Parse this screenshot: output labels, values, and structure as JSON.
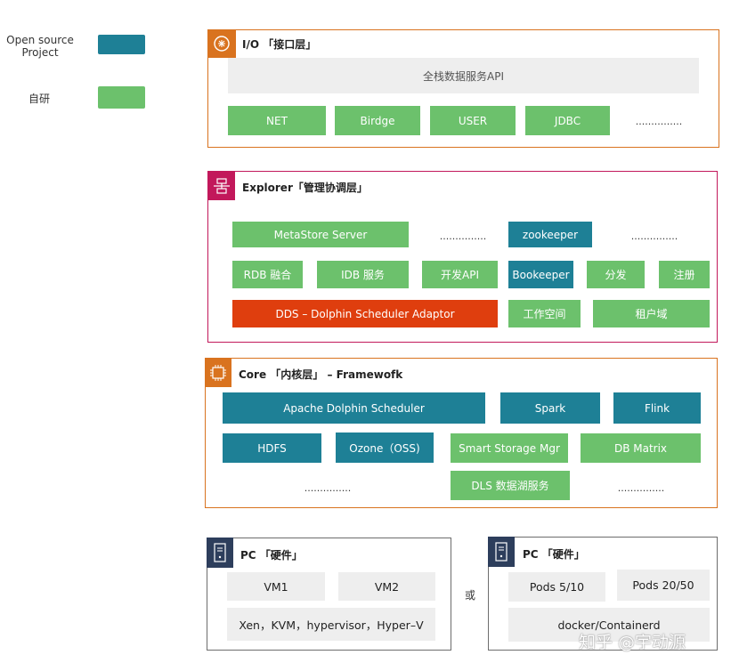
{
  "legend": {
    "open_source_label": "Open source\nProject",
    "self_dev_label": "自研"
  },
  "io_layer": {
    "title": "I/O 「接口层」",
    "api_bar": "全栈数据服务API",
    "items": [
      "NET",
      "Birdge",
      "USER",
      "JDBC"
    ],
    "ellipsis": "..............."
  },
  "explorer_layer": {
    "title": "Explorer「管理协调层」",
    "metastore": "MetaStore Server",
    "ellipsis_1": "...............",
    "zookeeper": "zookeeper",
    "ellipsis_2": "...............",
    "rdb": "RDB 融合",
    "idb": "IDB 服务",
    "dev_api": "开发API",
    "bookeeper": "Bookeeper",
    "dispatch": "分发",
    "register": "注册",
    "dds": "DDS – Dolphin Scheduler Adaptor",
    "workspace": "工作空间",
    "tenant": "租户域"
  },
  "core_layer": {
    "title": "Core 「内核层」 – Framewofk",
    "apache_ds": "Apache Dolphin Scheduler",
    "spark": "Spark",
    "flink": "Flink",
    "hdfs": "HDFS",
    "ozone": "Ozone（OSS)",
    "smart_storage": "Smart Storage  Mgr",
    "db_matrix": "DB Matrix",
    "ellipsis_1": "...............",
    "dls": "DLS 数据湖服务",
    "ellipsis_2": "..............."
  },
  "hw_left": {
    "title": "PC 「硬件」",
    "vm1": "VM1",
    "vm2": "VM2",
    "virt": "Xen，KVM，hypervisor，Hyper–V"
  },
  "or_label": "或",
  "hw_right": {
    "title": "PC 「硬件」",
    "pods1": "Pods 5/10",
    "pods2": "Pods 20/50",
    "docker": "docker/Containerd"
  },
  "watermark": "知乎 @宇动源",
  "colors": {
    "teal": "#1e8096",
    "green": "#6cc16c",
    "red": "#df3e0e",
    "io_border": "#d9731f",
    "explorer_border": "#c2185b",
    "core_border": "#d9731f",
    "hw_border": "#6d6d6d",
    "hw_icon": "#2d3e5c"
  },
  "icons": {
    "io": "io-interface-icon",
    "explorer": "management-network-icon",
    "core": "processor-chip-icon",
    "hw": "server-icon"
  }
}
